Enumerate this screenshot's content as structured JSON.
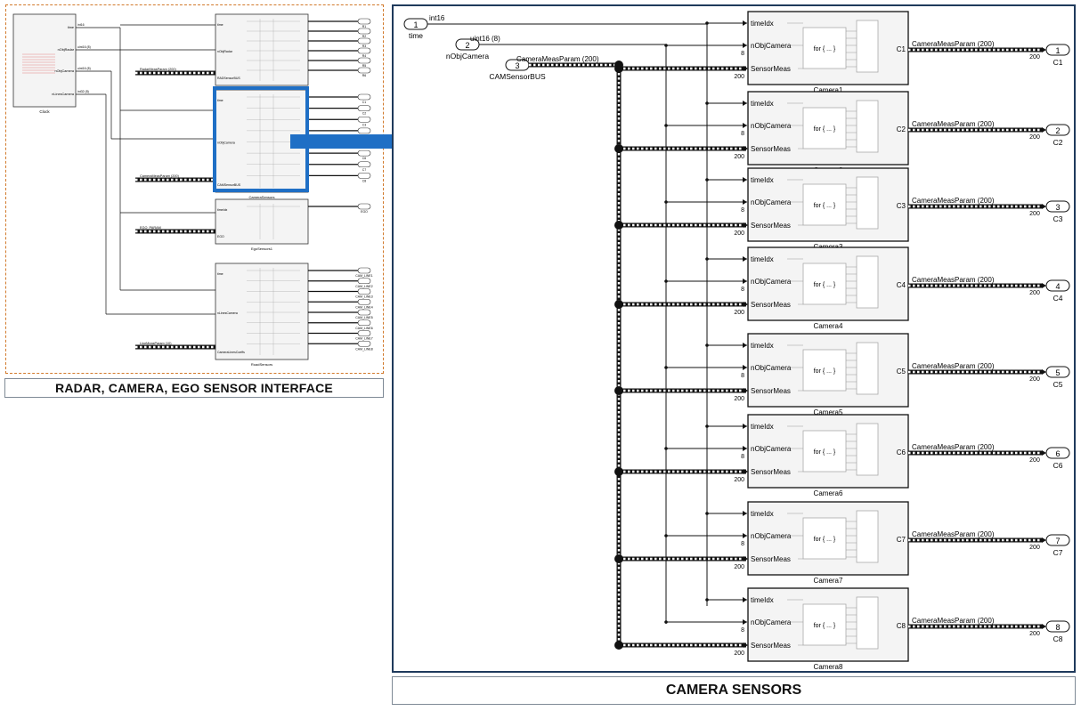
{
  "captions": {
    "left": "RADAR, CAMERA, EGO SENSOR INTERFACE",
    "right": "CAMERA SENSORS"
  },
  "overview": {
    "clock_label": "Clock",
    "clock_ports": [
      "time",
      "nObjRadar",
      "nObjCamera",
      "nLinesCamera"
    ],
    "clock_signals": [
      "int16",
      "uint16 (8)",
      "uint16 (8)",
      "int32 (8)"
    ],
    "blocks": [
      {
        "name": "RadarSensors",
        "inputs": [
          "time",
          "nObjRadar",
          "RADSensorBUS"
        ],
        "outputs": [
          "R1",
          "R2",
          "R3",
          "R4",
          "R5",
          "R6"
        ],
        "bus_in": "RadarMeasParam (200)"
      },
      {
        "name": "CameraSensors",
        "inputs": [
          "time",
          "nObjCamera",
          "CAMSensorBUS"
        ],
        "outputs": [
          "C1",
          "C2",
          "C3",
          "C4",
          "C5",
          "C6",
          "C7",
          "C8"
        ],
        "bus_in": "CameraMeasParam (200)"
      },
      {
        "name": "EgoSensors1",
        "inputs": [
          "timeIdx",
          "EGO"
        ],
        "outputs": [
          "EGO"
        ],
        "bus_in": "EGO_PARAM"
      },
      {
        "name": "RoadSensors",
        "inputs": [
          "time",
          "nLinesCamera",
          "CameraLinesCoeffs"
        ],
        "outputs": [
          "CAM_LINE1",
          "CAM_LINE2",
          "CAM_LINE3",
          "CAM_LINE4",
          "CAM_LINE5",
          "CAM_LINE6",
          "CAM_LINE7",
          "CAM_LINE8"
        ],
        "bus_in": "LineMeasParam (10)"
      }
    ]
  },
  "detail": {
    "inports": [
      {
        "num": "1",
        "name": "time",
        "signal": "int16"
      },
      {
        "num": "2",
        "name": "nObjCamera",
        "signal": "uint16 (8)"
      },
      {
        "num": "3",
        "name": "CAMSensorBUS",
        "signal": "CameraMeasParam (200)"
      }
    ],
    "port_labels": [
      "timeIdx",
      "nObjCamera",
      "SensorMeas"
    ],
    "for_label": "for { ... }",
    "width_8": "8",
    "width_200": "200",
    "out_signal": "CameraMeasParam (200)",
    "cameras": [
      {
        "name": "Camera1",
        "out_port": "C1",
        "out_num": "1",
        "out_name": "C1"
      },
      {
        "name": "Camera2",
        "out_port": "C2",
        "out_num": "2",
        "out_name": "C2"
      },
      {
        "name": "Camera3",
        "out_port": "C3",
        "out_num": "3",
        "out_name": "C3"
      },
      {
        "name": "Camera4",
        "out_port": "C4",
        "out_num": "4",
        "out_name": "C4"
      },
      {
        "name": "Camera5",
        "out_port": "C5",
        "out_num": "5",
        "out_name": "C5"
      },
      {
        "name": "Camera6",
        "out_port": "C6",
        "out_num": "6",
        "out_name": "C6"
      },
      {
        "name": "Camera7",
        "out_port": "C7",
        "out_num": "7",
        "out_name": "C7"
      },
      {
        "name": "Camera8",
        "out_port": "C8",
        "out_num": "8",
        "out_name": "C8"
      }
    ]
  },
  "colors": {
    "left_border": "#d27a2c",
    "highlight": "#1f6fc5",
    "arrow": "#1f6fc5",
    "right_border": "#1f3a5c"
  }
}
